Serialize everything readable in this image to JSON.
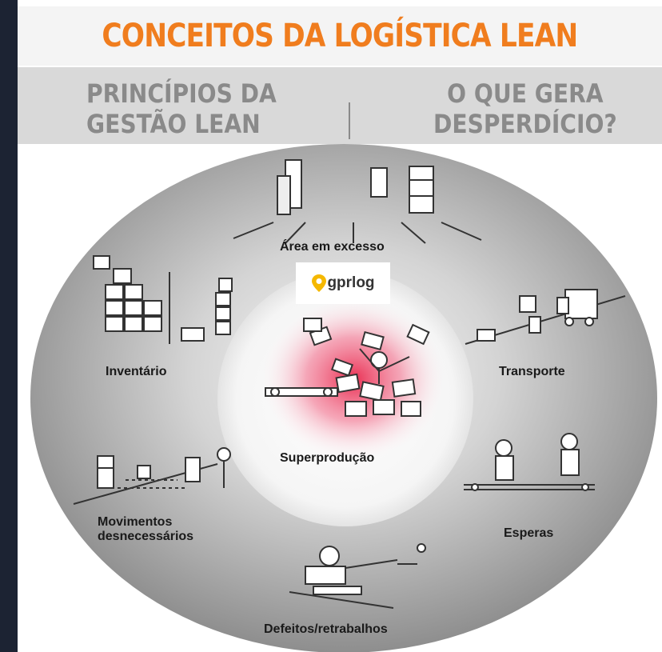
{
  "header": {
    "title": "CONCEITOS DA LOGÍSTICA LEAN",
    "left_subtitle": "PRINCÍPIOS DA\nGESTÃO LEAN",
    "right_subtitle": "O QUE GERA\nDESPERDÍCIO?"
  },
  "logo": {
    "text": "gprlog",
    "icon": "location-pin-icon"
  },
  "diagram": {
    "center": "Superprodução",
    "wastes": [
      "Área em excesso",
      "Transporte",
      "Esperas",
      "Defeitos/retrabalhos",
      "Movimentos\ndesnecessários",
      "Inventário"
    ]
  },
  "colors": {
    "title": "#f07d1e",
    "subtitle": "#8a8a8a",
    "center_glow": "#e8254a",
    "logo_pin": "#f5b800",
    "background": "#1c2333"
  }
}
